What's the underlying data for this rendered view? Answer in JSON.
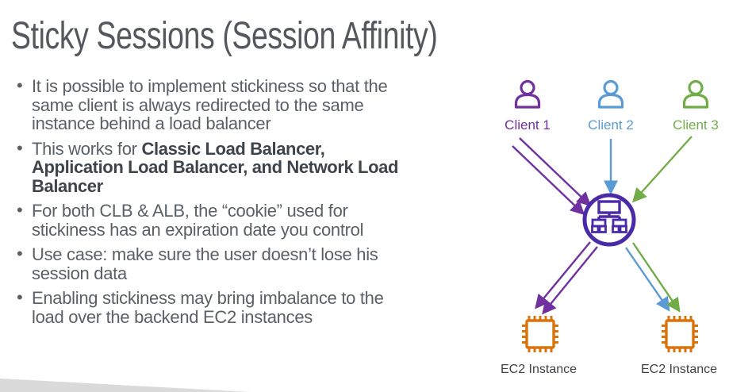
{
  "slide": {
    "title": "Sticky Sessions (Session Affinity)",
    "bullets": [
      {
        "text": "It is possible to implement stickiness so that the\nsame client is always redirected to the same\ninstance behind a load balancer"
      },
      {
        "prefix": "This works for ",
        "bold": "Classic Load Balancer,\nApplication Load Balancer, and Network Load\nBalancer"
      },
      {
        "text": "For both CLB & ALB, the “cookie” used for\nstickiness has an expiration date you control"
      },
      {
        "text": "Use case: make sure the user doesn’t lose his\nsession data"
      },
      {
        "text": "Enabling stickiness may bring imbalance to the\nload over the backend EC2 instances"
      }
    ]
  },
  "diagram": {
    "clients": [
      {
        "label": "Client 1",
        "color": "#7030A0",
        "icon": "person-icon"
      },
      {
        "label": "Client 2",
        "color": "#5B9BD5",
        "icon": "person-icon"
      },
      {
        "label": "Client 3",
        "color": "#70AD47",
        "icon": "person-icon"
      }
    ],
    "load_balancer": {
      "icon": "load-balancer-icon",
      "color": "#4B2AA8"
    },
    "instances": [
      {
        "label": "EC2 Instance",
        "color": "#D9730D",
        "icon": "ec2-chip-icon"
      },
      {
        "label": "EC2 Instance",
        "color": "#D9730D",
        "icon": "ec2-chip-icon"
      }
    ],
    "arrows": [
      {
        "from": "client-1",
        "to": "load-balancer",
        "color": "#7030A0"
      },
      {
        "from": "client-1",
        "to": "load-balancer",
        "color": "#7030A0"
      },
      {
        "from": "client-2",
        "to": "load-balancer",
        "color": "#5B9BD5"
      },
      {
        "from": "client-3",
        "to": "load-balancer",
        "color": "#70AD47"
      },
      {
        "from": "load-balancer",
        "to": "ec2-instance-1",
        "color": "#7030A0"
      },
      {
        "from": "load-balancer",
        "to": "ec2-instance-1",
        "color": "#7030A0"
      },
      {
        "from": "load-balancer",
        "to": "ec2-instance-2",
        "color": "#5B9BD5"
      },
      {
        "from": "load-balancer",
        "to": "ec2-instance-2",
        "color": "#70AD47"
      }
    ]
  },
  "theme": {
    "title_color": "#54585C",
    "body_text_color": "#5A6065",
    "bold_text_color": "#3E4449",
    "corner_accent_color": "#DADADA",
    "background": "#FFFFFF"
  }
}
